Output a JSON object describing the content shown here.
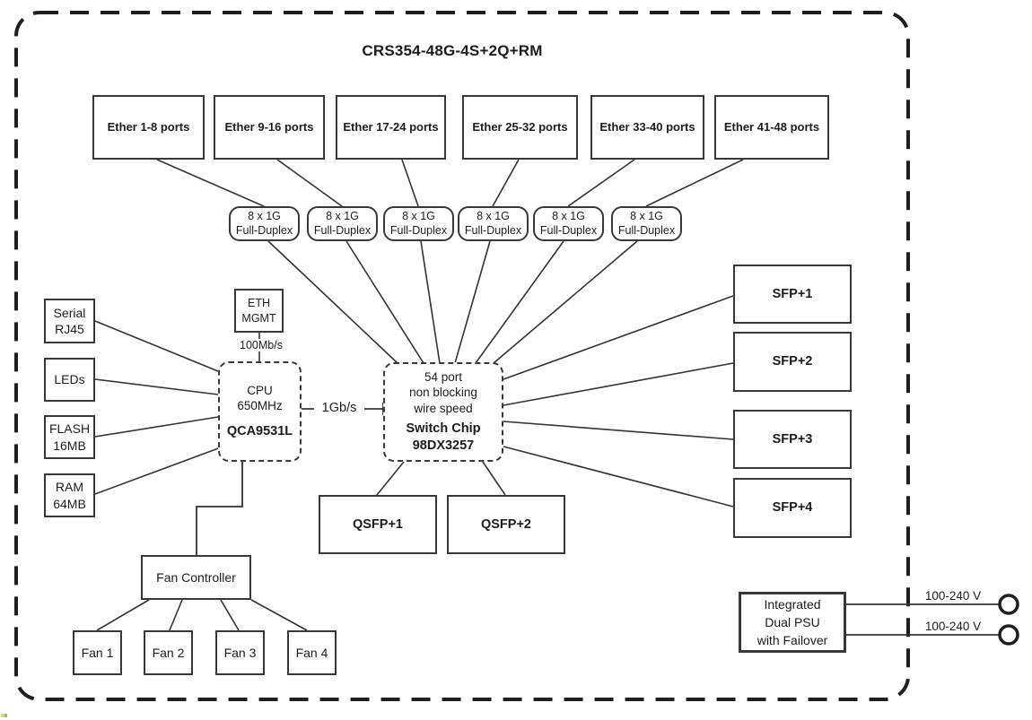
{
  "title": "CRS354-48G-4S+2Q+RM",
  "ether_groups": [
    "Ether 1-8 ports",
    "Ether 9-16 ports",
    "Ether 17-24 ports",
    "Ether 25-32 ports",
    "Ether 33-40 ports",
    "Ether 41-48 ports"
  ],
  "phy_links": [
    "8 x 1G\nFull-Duplex",
    "8 x 1G\nFull-Duplex",
    "8 x 1G\nFull-Duplex",
    "8 x 1G\nFull-Duplex",
    "8 x 1G\nFull-Duplex",
    "8 x 1G\nFull-Duplex"
  ],
  "eth_mgmt": {
    "label": "ETH\nMGMT",
    "speed": "100Mb/s"
  },
  "cpu": {
    "desc": "CPU\n650MHz",
    "model": "QCA9531L"
  },
  "cpu_switch_link": "1Gb/s",
  "switch_chip": {
    "desc": "54 port\nnon blocking\nwire speed",
    "model": "Switch Chip\n98DX3257"
  },
  "left_modules": [
    "Serial\nRJ45",
    "LEDs",
    "FLASH\n16MB",
    "RAM\n64MB"
  ],
  "sfp_ports": [
    "SFP+1",
    "SFP+2",
    "SFP+3",
    "SFP+4"
  ],
  "qsfp_ports": [
    "QSFP+1",
    "QSFP+2"
  ],
  "fan_system": {
    "controller": "Fan Controller",
    "fans": [
      "Fan 1",
      "Fan 2",
      "Fan 3",
      "Fan 4"
    ]
  },
  "psu": {
    "label": "Integrated\nDual PSU\nwith Failover",
    "ac_inputs": [
      "100-240 V",
      "100-240 V"
    ]
  },
  "colors": {
    "line": "#333333",
    "border": "#383838",
    "background": "#ffffff"
  }
}
